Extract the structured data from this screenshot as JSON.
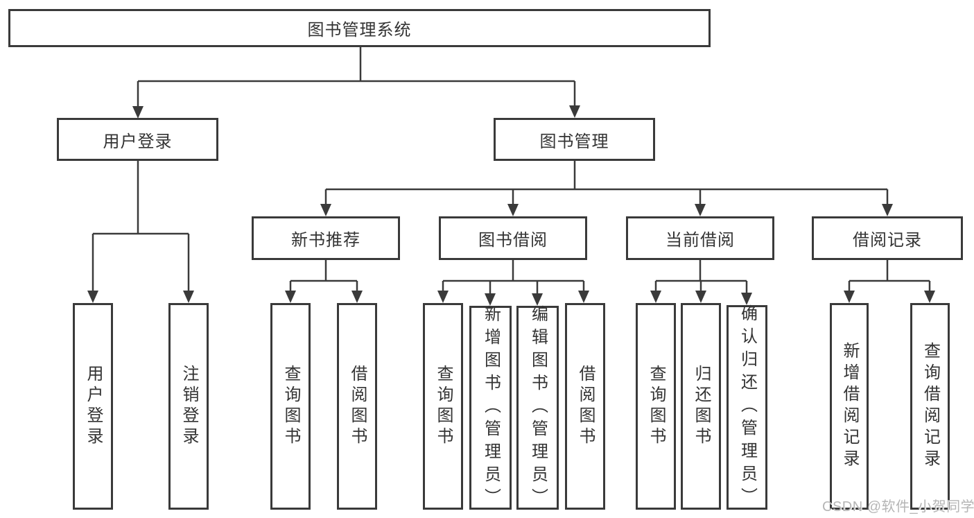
{
  "diagram": {
    "root": "图书管理系统",
    "level2": {
      "user_login": "用户登录",
      "book_management": "图书管理"
    },
    "level3": {
      "new_book_recommend": "新书推荐",
      "book_borrow": "图书借阅",
      "current_borrow": "当前借阅",
      "borrow_records": "借阅记录"
    },
    "leaves": {
      "user_login": "用户登录",
      "logout_login": "注销登录",
      "recommend_query_books": "查询图书",
      "recommend_borrow_books": "借阅图书",
      "borrow_query_books": "查询图书",
      "borrow_add_books_admin": "新增图书（管理员）",
      "borrow_edit_books_admin": "编辑图书（管理员）",
      "borrow_borrow_books": "借阅图书",
      "current_query_books": "查询图书",
      "current_return_books": "归还图书",
      "current_confirm_return_admin": "确认归还（管理员）",
      "records_add_record": "新增借阅记录",
      "records_query_record": "查询借阅记录"
    }
  },
  "watermark": "CSDN @软件_小贺同学",
  "colors": {
    "line": "#3a3a3a",
    "box_border": "#3a3a3a",
    "text": "#333333",
    "watermark": "#b5b5b5",
    "background": "#ffffff"
  }
}
